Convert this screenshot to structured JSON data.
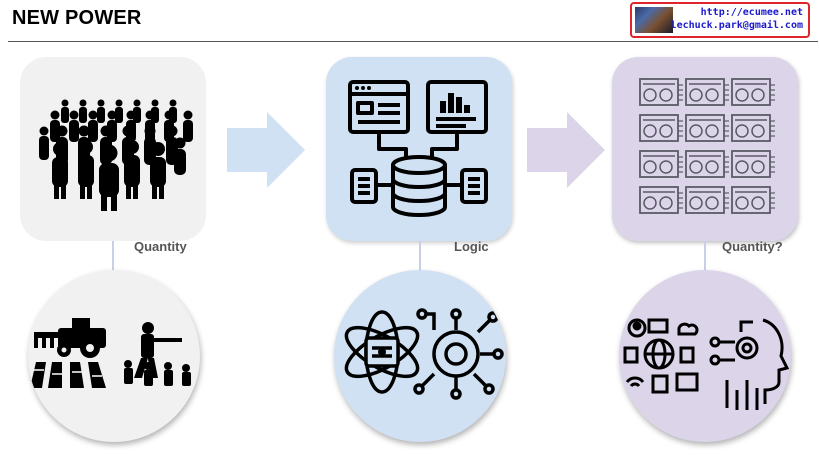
{
  "header": {
    "title": "NEW POWER",
    "badge": {
      "url": "http://ecumee.net",
      "email": "lechuck.park@gmail.com"
    }
  },
  "stages": [
    {
      "label": "Quantity",
      "card_icon": "crowd-icon",
      "circle_icon": "farming-and-army-icon",
      "color": "#f1f1f1"
    },
    {
      "label": "Logic",
      "card_icon": "database-dashboard-icon",
      "circle_icon": "science-gear-icon",
      "color": "#cfe1f3"
    },
    {
      "label": "Quantity?",
      "card_icon": "gpu-array-icon",
      "circle_icon": "network-ai-head-icon",
      "color": "#dcd5ea"
    }
  ],
  "colors": {
    "arrow_1": "#cfe1f3",
    "arrow_2": "#dcd5ea",
    "connector": "#c9cfe6",
    "badge_border": "#e0242b",
    "badge_text": "#1a1acc"
  }
}
